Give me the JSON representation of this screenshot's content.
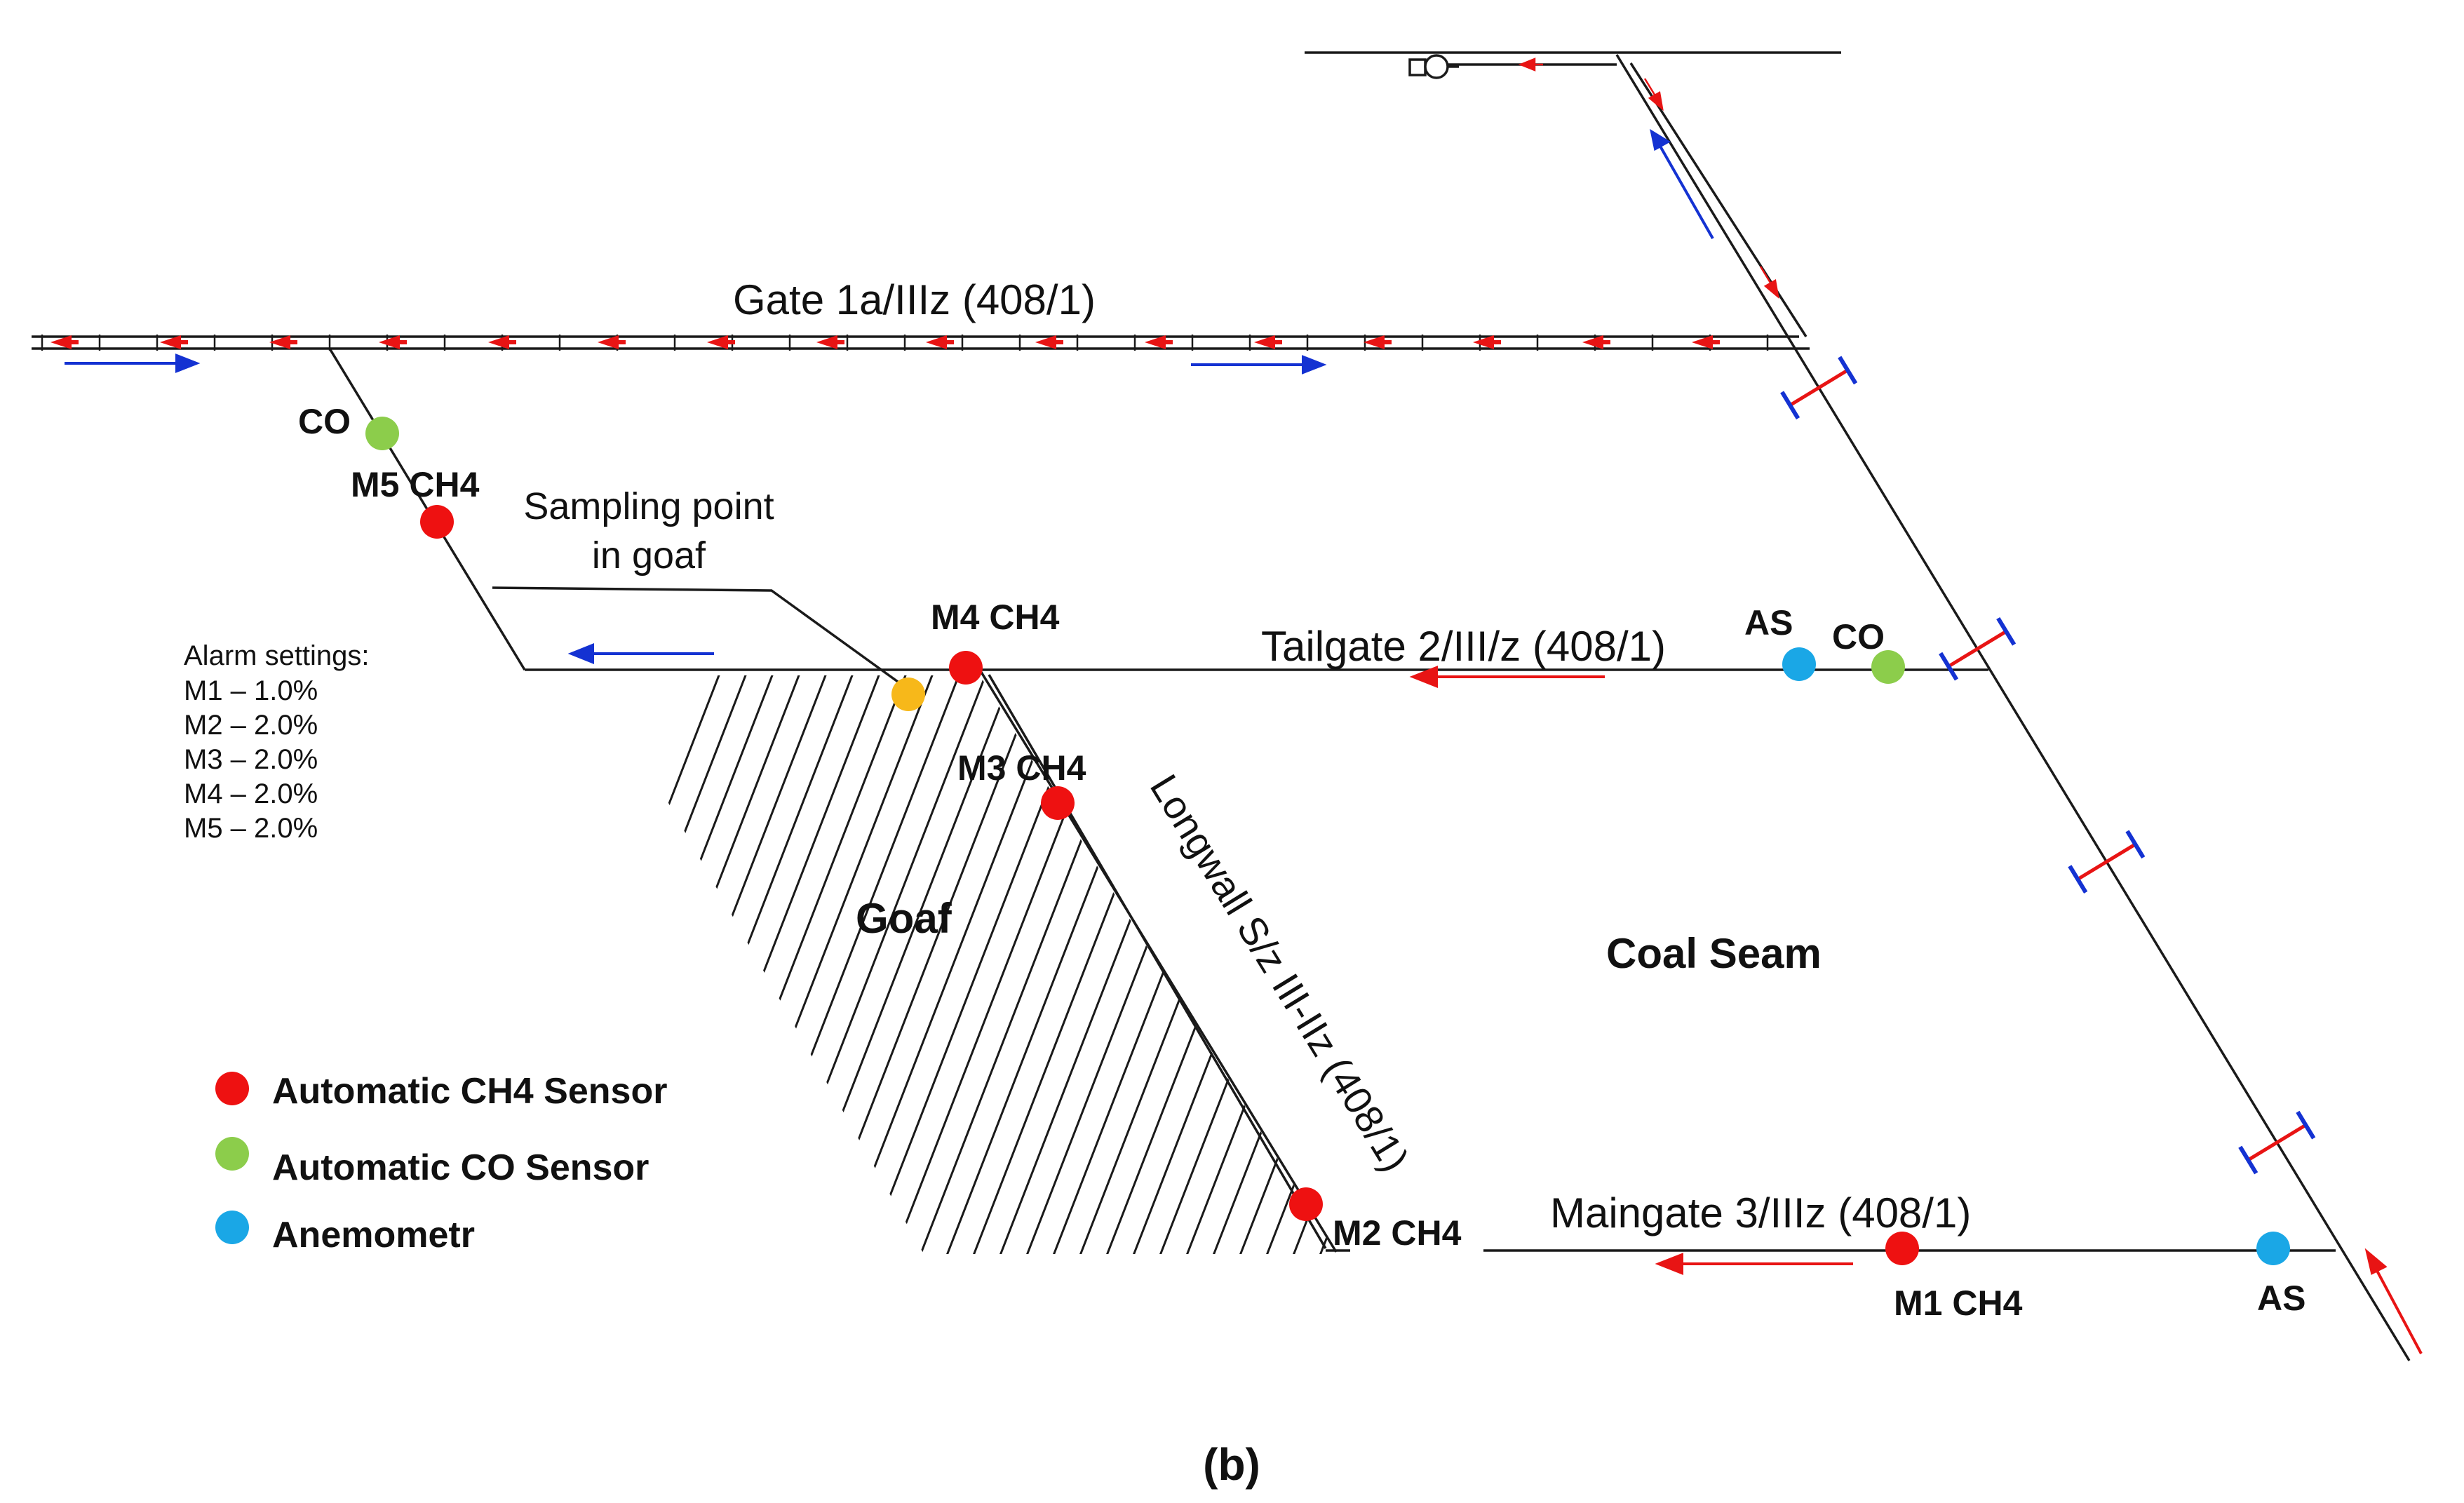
{
  "colors": {
    "line": "#1a1a1a",
    "ch4_sensor": "#ee1111",
    "co_sensor": "#8ccd4b",
    "anemometer": "#1aa7e6",
    "sampling_point": "#f7b81a",
    "air_flow_red": "#e81414",
    "air_flow_blue": "#1432d2"
  },
  "roadways": {
    "gate": "Gate 1a/IIIz (408/1)",
    "tailgate": "Tailgate 2/III/z (408/1)",
    "maingate": "Maingate 3/IIIz (408/1)",
    "longwall": "Longwall S/z III-IIz (408/1)"
  },
  "areas": {
    "goaf": "Goaf",
    "coal_seam": "Coal Seam"
  },
  "sampling_point": {
    "line1": "Sampling point",
    "line2": "in goaf"
  },
  "sensors": {
    "m1": "M1 CH4",
    "m2": "M2 CH4",
    "m3": "M3 CH4",
    "m4": "M4 CH4",
    "m5": "M5 CH4",
    "co_gate": "CO",
    "co_tailgate": "CO",
    "as_tailgate": "AS",
    "as_maingate": "AS"
  },
  "alarm_settings": {
    "title": "Alarm settings:",
    "items": [
      "M1 – 1.0%",
      "M2 – 2.0%",
      "M3 – 2.0%",
      "M4 – 2.0%",
      "M5 – 2.0%"
    ]
  },
  "legend": {
    "ch4": "Automatic CH4 Sensor",
    "co": "Automatic CO Sensor",
    "anemometer": "Anemometr"
  },
  "caption": "(b)",
  "icons": {
    "fan": "fan-icon",
    "air_flow": "arrow-icon",
    "ventilation_stopping": "stopping-icon"
  }
}
